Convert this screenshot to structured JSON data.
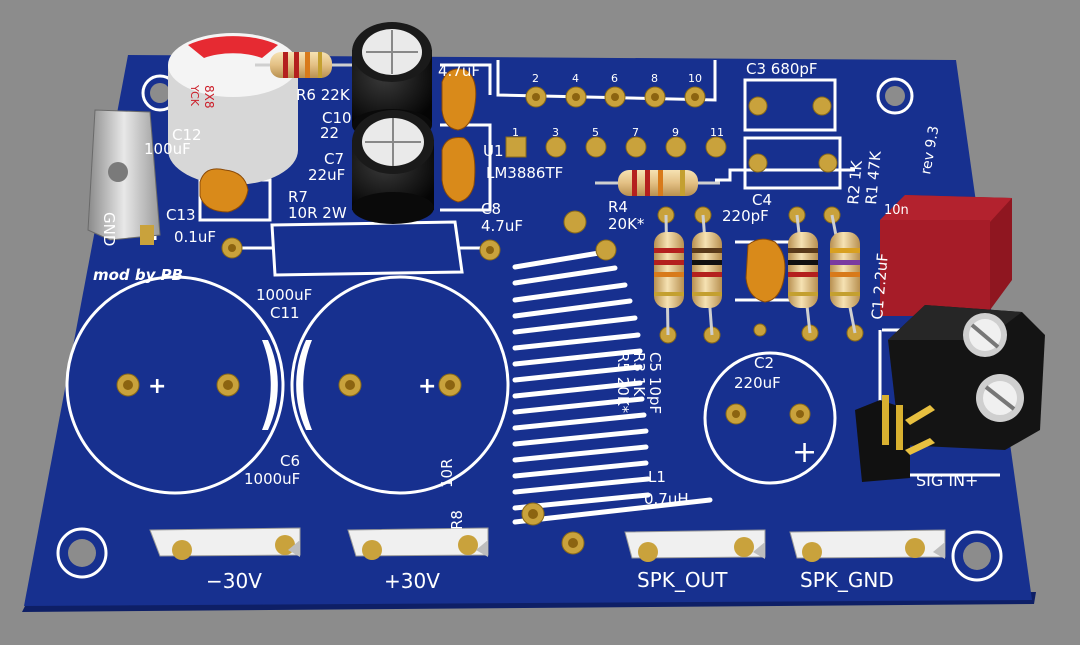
{
  "colors": {
    "background": "#8c8c8c",
    "board": "#17308f",
    "board_edge": "#0e1f66",
    "silkscreen": "#ffffff",
    "pad": "#c9a23c",
    "resistor_body": "#e7c98d",
    "ceramic_cap": "#d98a1a",
    "electrolytic": "#111111",
    "film_cap": "#b01e2a"
  },
  "labels": {
    "c3": "C3  680pF",
    "c12": "C12",
    "c12v": "100uF",
    "cap_8x8": "8X8",
    "cap_yck": "YCK",
    "r6": "R6 22K",
    "c10": "C10",
    "c10v": "22",
    "c9v": "4.7uF",
    "c7": "C7",
    "c7v": "22uF",
    "u1": "U1",
    "ic": "LM3886TF",
    "rev": "rev 9.3",
    "c13": "C13",
    "c13v": "0.1uF",
    "r7": "R7",
    "r7v": "10R  2W",
    "c8": "C8",
    "c8v": "4.7uF",
    "r4": "R4",
    "r4v": "20K*",
    "c4": "C4",
    "c4v": "220pF",
    "r2": "R2  1K",
    "r1": "R1  47K",
    "c1": "C1  2.2uF",
    "c1trunc": "10n",
    "gnd": "GND",
    "mod": "mod by PB",
    "c11v": "1000uF",
    "c11": "C11",
    "c6": "C6",
    "c6v": "1000uF",
    "plus": "+",
    "c5": "C5  10pF",
    "r3": "R3  1K",
    "r5": "R5  20K*",
    "c2": "C2",
    "c2v": "220uF",
    "r8v": "10R",
    "r8": "R8",
    "l1": "L1",
    "l1v": "0.7uH",
    "sig": "SIG IN+",
    "neg30": "−30V",
    "pos30": "+30V",
    "spkout": "SPK_OUT",
    "spkgnd": "SPK_GND"
  },
  "pins": [
    "1",
    "2",
    "3",
    "4",
    "5",
    "6",
    "7",
    "8",
    "9",
    "10",
    "11"
  ]
}
